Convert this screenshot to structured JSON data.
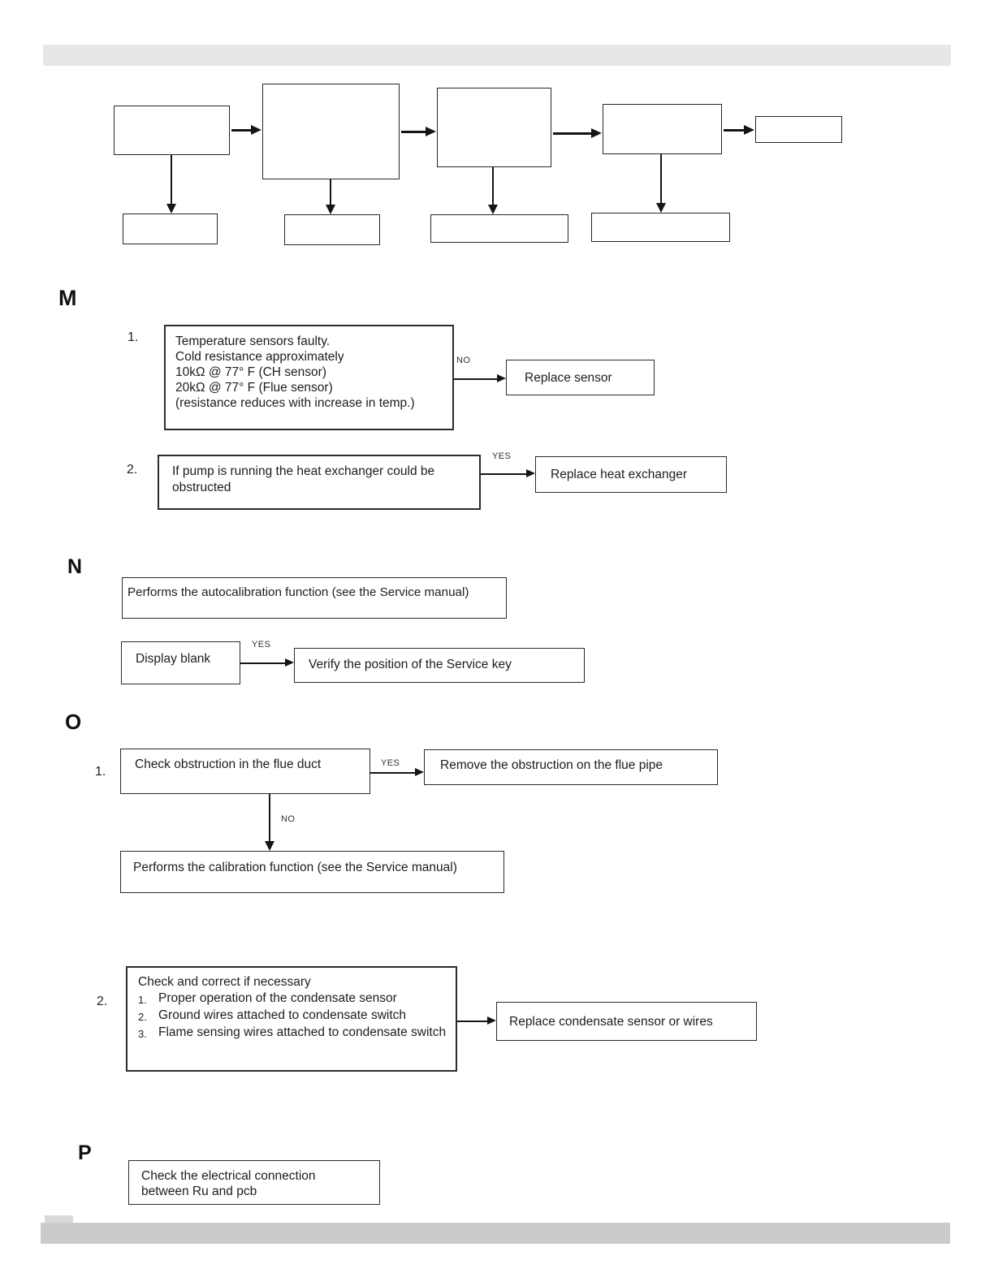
{
  "sections": {
    "m": {
      "label": "M",
      "item1": {
        "number": "1.",
        "box_lines": [
          "Temperature sensors faulty.",
          "Cold resistance approximately",
          "10kΩ @ 77° F (CH sensor)",
          "20kΩ @ 77° F (Flue sensor)",
          "(resistance reduces with increase in temp.)"
        ],
        "connector": "NO",
        "action": "Replace sensor"
      },
      "item2": {
        "number": "2.",
        "box": "If pump is running the heat exchanger could be obstructed",
        "connector": "YES",
        "action": "Replace heat exchanger"
      }
    },
    "n": {
      "label": "N",
      "autocalibration_box": "Performs the autocalibration function (see the Service manual)",
      "display_blank_box": "Display blank",
      "connector": "YES",
      "action": "Verify the position of the Service key"
    },
    "o": {
      "label": "O",
      "item1": {
        "number": "1.",
        "box": "Check obstruction in the flue duct",
        "yes_label": "YES",
        "yes_action": "Remove the obstruction on the flue pipe",
        "no_label": "NO",
        "no_action": "Performs the calibration function (see the Service manual)"
      },
      "item2": {
        "number": "2.",
        "title": "Check and correct if necessary",
        "checks": [
          {
            "num": "1.",
            "text": "Proper operation of the condensate sensor"
          },
          {
            "num": "2.",
            "text": "Ground wires attached to condensate switch"
          },
          {
            "num": "3.",
            "text": "Flame sensing wires attached to condensate switch"
          }
        ],
        "action": "Replace condensate sensor or wires"
      }
    },
    "p": {
      "label": "P",
      "box_lines": [
        "Check the electrical connection",
        "between Ru and pcb"
      ]
    }
  }
}
